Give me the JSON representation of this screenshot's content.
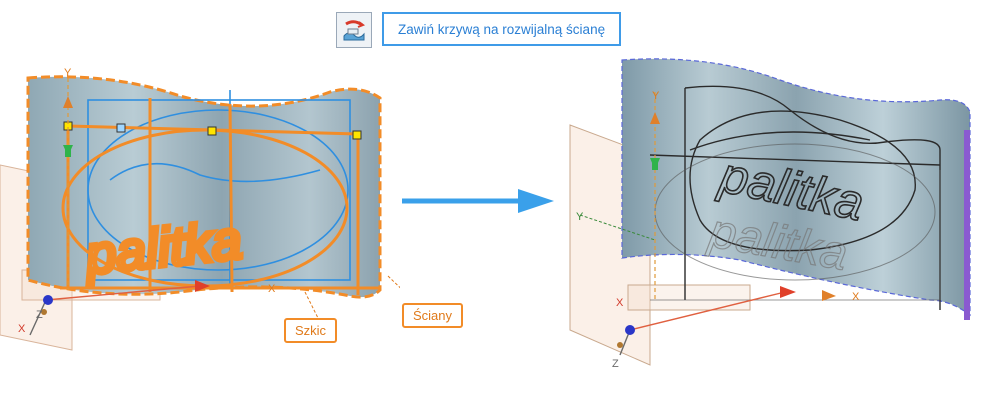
{
  "command": {
    "icon": "wrap-curve-icon",
    "title": "Zawiń krzywą na rozwijalną ścianę"
  },
  "callouts": {
    "sketch": "Szkic",
    "faces": "Ściany"
  },
  "left_view": {
    "axis_x": "X",
    "axis_y": "Y",
    "axis_z": "Z",
    "sketch_text": "palitka"
  },
  "right_view": {
    "axis_x": "X",
    "axis_y": "Y",
    "axis_z": "Z",
    "wrapped_text": "palitka"
  },
  "transition": {
    "icon": "arrow-right-icon"
  },
  "colors": {
    "surface": "#9fb6c2",
    "sketch_orange": "#f28c28",
    "sketch_blue": "#2f8fe0",
    "callout_border": "#f28c28",
    "title_border": "#3f9be8"
  }
}
